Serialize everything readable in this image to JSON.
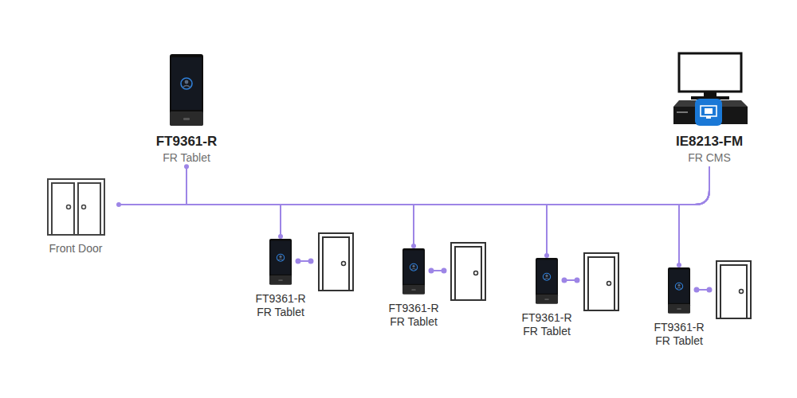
{
  "diagram": {
    "nodes": [
      {
        "text": [
          "FT9361-R",
          "FR Tablet"
        ]
      },
      {
        "text": [
          "IE8213-FM",
          "FR CMS"
        ]
      },
      {
        "text": [
          "Front Door"
        ]
      },
      {
        "text": [
          "FT9361-R",
          "FR Tablet"
        ]
      },
      {
        "text": [
          "FT9361-R",
          "FR Tablet"
        ]
      },
      {
        "text": [
          "FT9361-R",
          "FR Tablet"
        ]
      },
      {
        "text": [
          "FT9361-R",
          "FR Tablet"
        ]
      }
    ],
    "edges": [
      {
        "from": 2,
        "to": 1,
        "arrow": "none"
      },
      {
        "from": 0,
        "to": 1,
        "arrow": "none"
      },
      {
        "from": 3,
        "to": 1,
        "arrow": "none"
      },
      {
        "from": 4,
        "to": 1,
        "arrow": "none"
      },
      {
        "from": 5,
        "to": 1,
        "arrow": "none"
      },
      {
        "from": 6,
        "to": 1,
        "arrow": "none"
      }
    ]
  }
}
